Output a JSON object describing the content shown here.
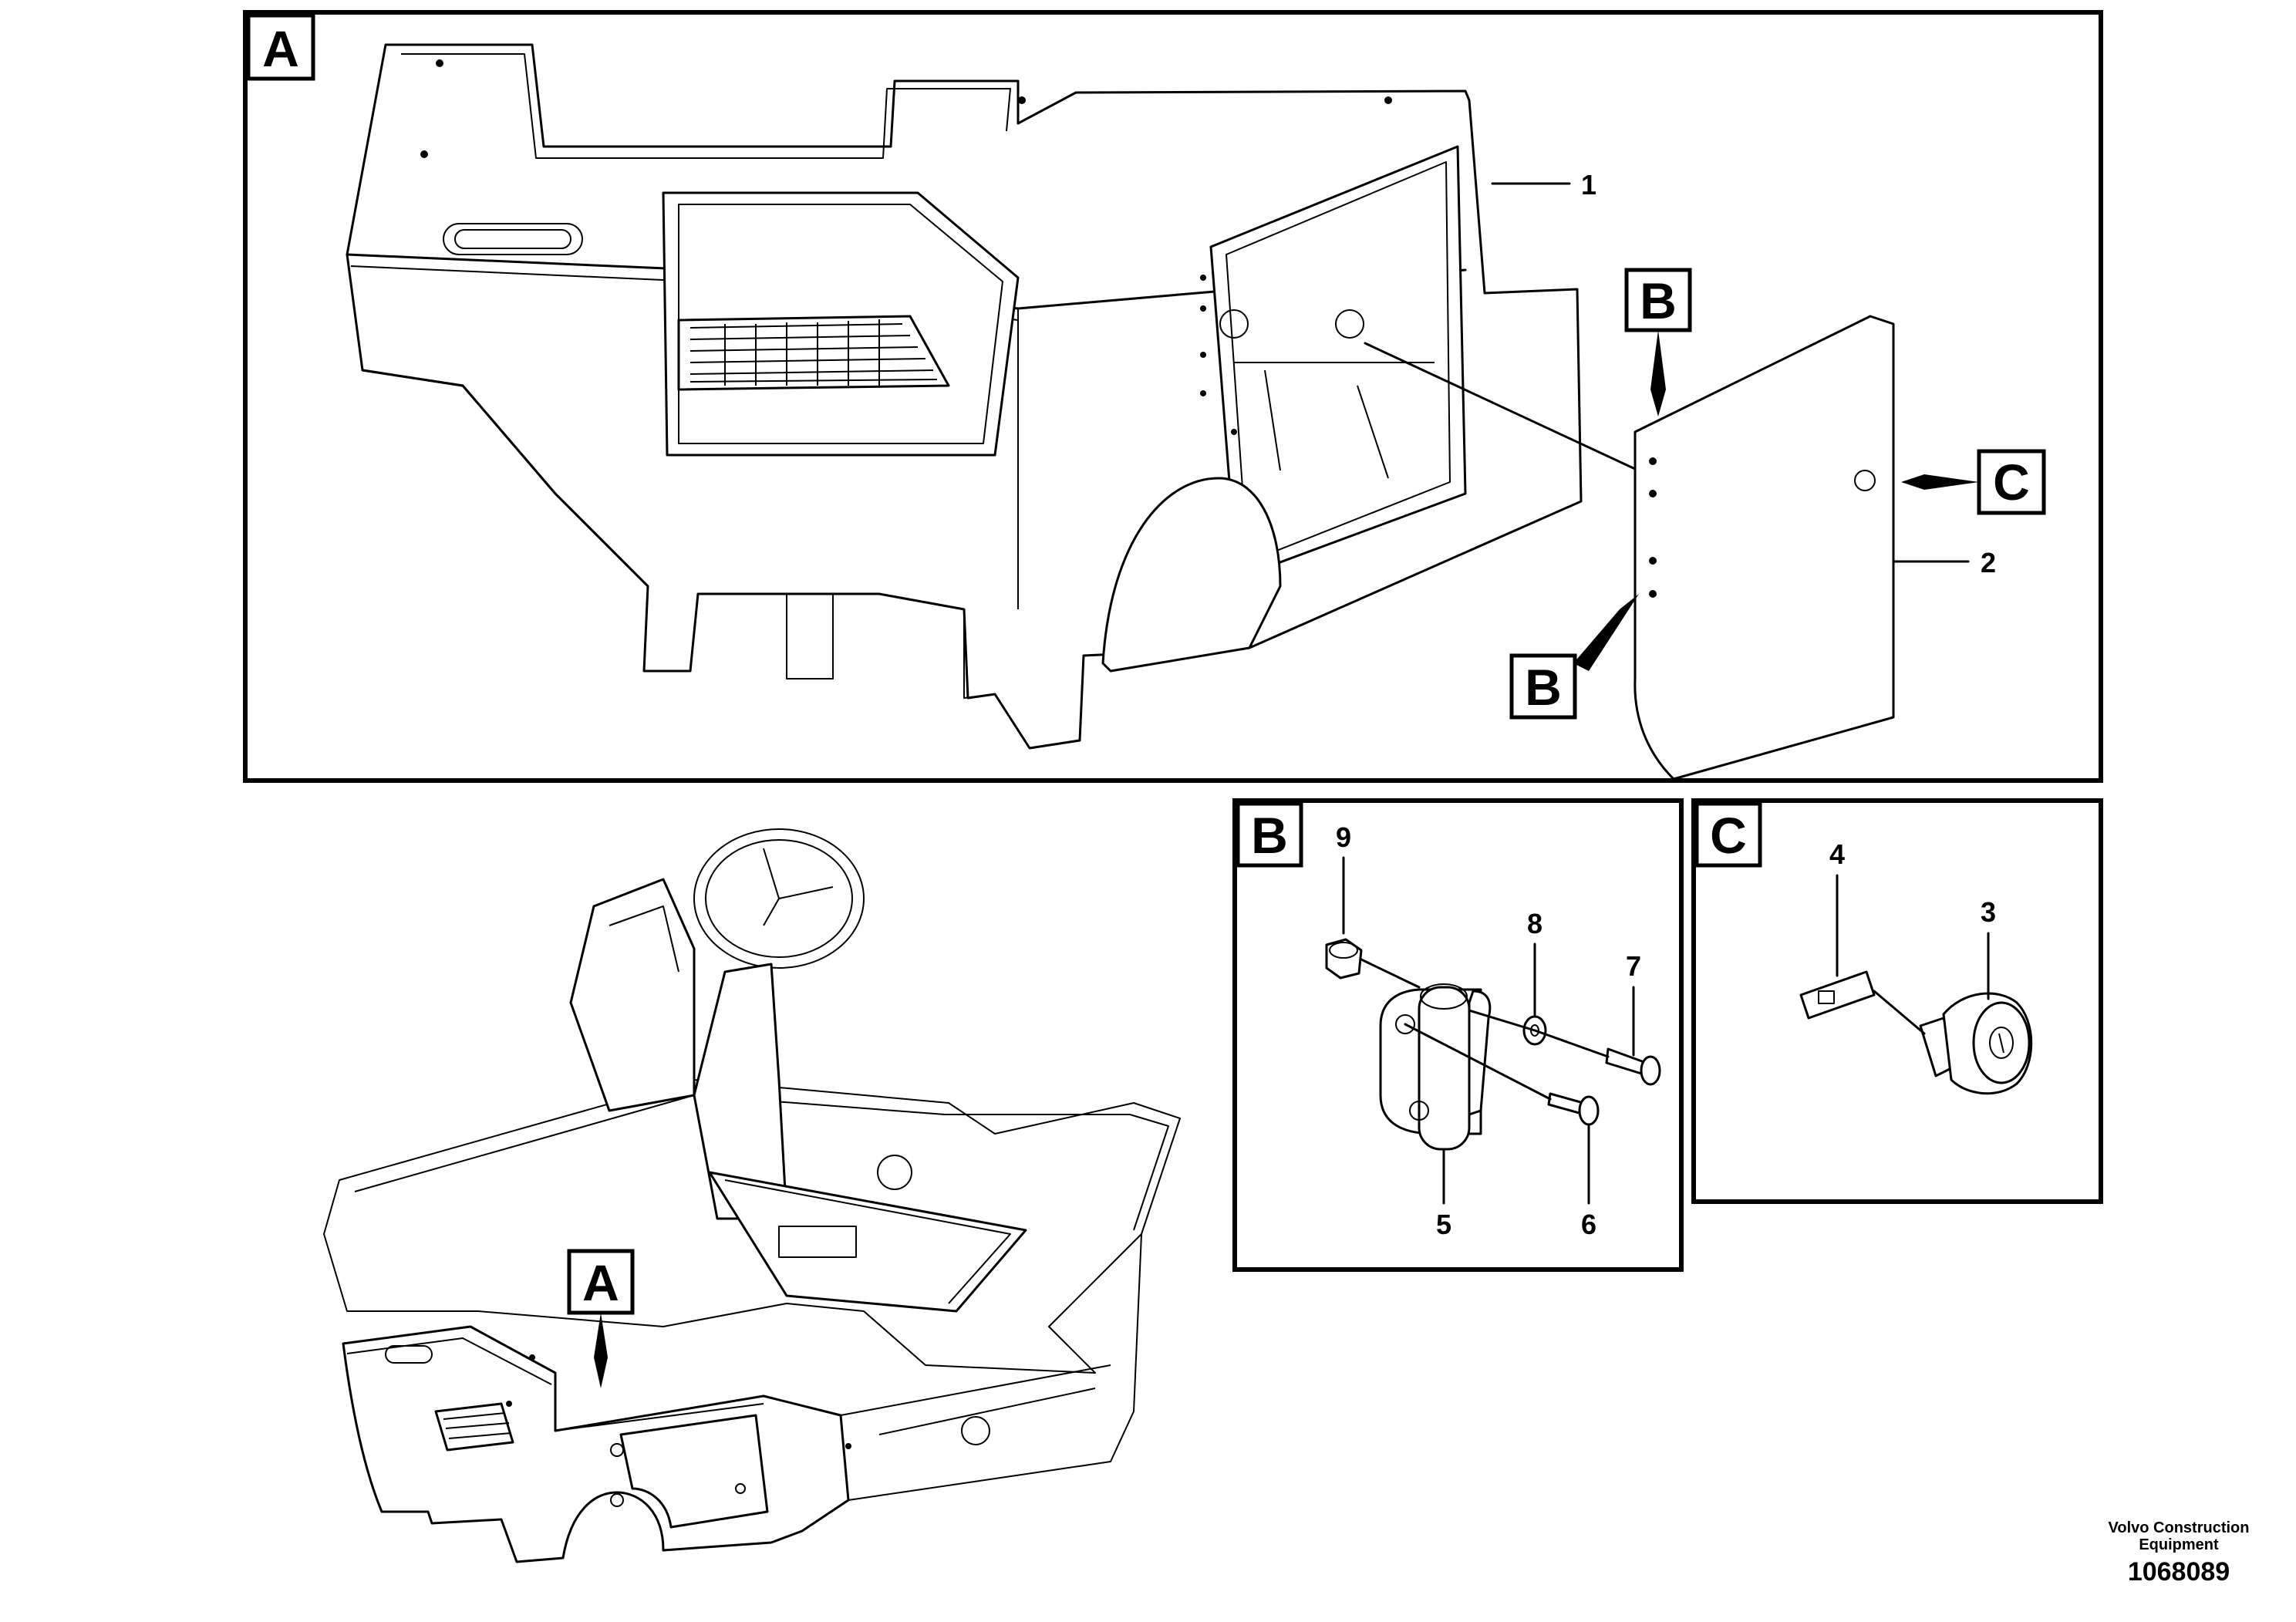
{
  "view_labels": {
    "a": "A",
    "b": "B",
    "c": "C"
  },
  "callouts": {
    "p1": "1",
    "p2": "2",
    "p3": "3",
    "p4": "4",
    "p5": "5",
    "p6": "6",
    "p7": "7",
    "p8": "8",
    "p9": "9"
  },
  "credit": {
    "line1": "Volvo Construction",
    "line2": "Equipment",
    "figure_number": "1068089"
  },
  "colors": {
    "line": "#000000",
    "background": "#ffffff"
  }
}
